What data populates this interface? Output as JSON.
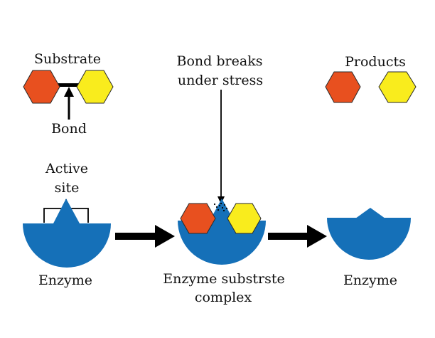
{
  "labels": {
    "substrate": "Substrate",
    "bond": "Bond",
    "bond_breaks_line1": "Bond breaks",
    "bond_breaks_line2": "under stress",
    "products": "Products",
    "active_site_line1": "Active",
    "active_site_line2": "site",
    "enzyme_left": "Enzyme",
    "complex_line1": "Enzyme substrste",
    "complex_line2": "complex",
    "enzyme_right": "Enzyme"
  },
  "colors": {
    "enzyme": "#1570b8",
    "orange_hexagon": "#e8501f",
    "yellow_hexagon": "#f9ec1d",
    "outline": "#2a2a2a",
    "arrow": "#000000"
  }
}
